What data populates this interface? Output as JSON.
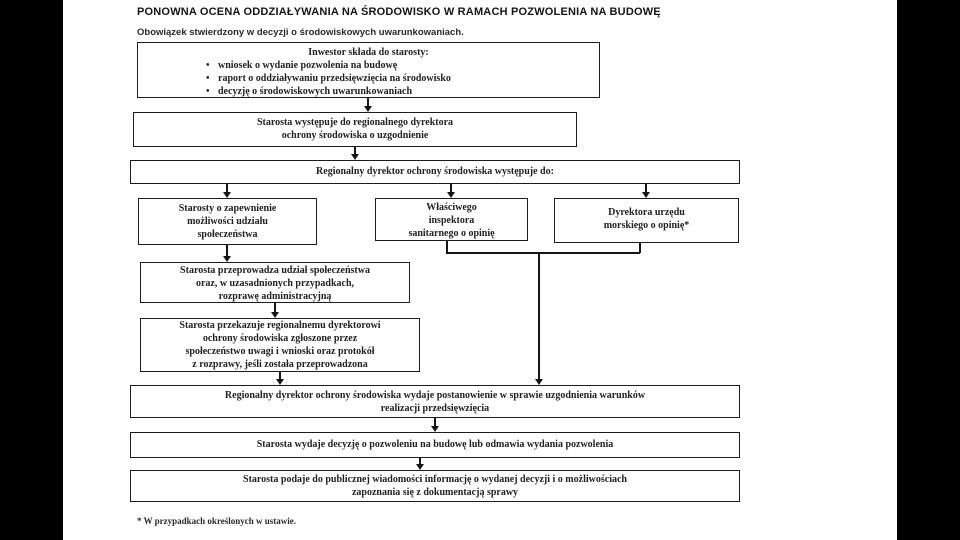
{
  "document": {
    "title": "PONOWNA OCENA ODDZIAŁYWANIA NA ŚRODOWISKO W RAMACH POZWOLENIA NA BUDOWĘ",
    "subtitle": "Obowiązek stwierdzony w decyzji o środowiskowych uwarunkowaniach.",
    "footnote": "* W przypadkach określonych w ustawie."
  },
  "flowchart": {
    "bullet_char": "•",
    "investor": {
      "heading": "Inwestor składa do starosty:",
      "bullets": [
        "wniosek o wydanie pozwolenia na budowę",
        "raport o oddziaływaniu przedsięwzięcia na środowisko",
        "decyzję o środowiskowych uwarunkowaniach"
      ]
    },
    "starosta_uzgodnienie": {
      "lines": [
        "Starosta występuje do regionalnego dyrektora",
        "ochrony środowiska o uzgodnienie"
      ]
    },
    "rdos_wystepuje": {
      "lines": [
        "Regionalny dyrektor ochrony środowiska występuje do:"
      ]
    },
    "starosty_udzial": {
      "lines": [
        "Starosty o zapewnienie",
        "możliwości udziału",
        "społeczeństwa"
      ]
    },
    "inspektor_sanitarny": {
      "lines": [
        "Właściwego",
        "inspektora",
        "sanitarnego o opinię"
      ]
    },
    "urzad_morski": {
      "lines": [
        "Dyrektora urzędu",
        "morskiego o opinię*"
      ]
    },
    "przeprowadza_udzial": {
      "lines": [
        "Starosta przeprowadza udział społeczeństwa",
        "oraz, w uzasadnionych przypadkach,",
        "rozprawę administracyjną"
      ]
    },
    "przekazuje_uwagi": {
      "lines": [
        "Starosta przekazuje regionalnemu dyrektorowi",
        "ochrony środowiska zgłoszone przez",
        "społeczeństwo uwagi i wnioski oraz protokół",
        "z rozprawy, jeśli została przeprowadzona"
      ]
    },
    "postanowienie": {
      "lines": [
        "Regionalny dyrektor ochrony środowiska wydaje postanowienie w sprawie uzgodnienia warunków",
        "realizacji przedsięwzięcia"
      ]
    },
    "decyzja": {
      "lines": [
        "Starosta wydaje decyzję o pozwoleniu na budowę lub odmawia wydania pozwolenia"
      ]
    },
    "publiczna_wiadomosc": {
      "lines": [
        "Starosta podaje do publicznej wiadomości informację o wydanej decyzji i o możliwościach",
        "zapoznania się z dokumentacją sprawy"
      ]
    }
  },
  "colors": {
    "ink": "#1b1b1b",
    "paper": "#ffffff",
    "letterbox": "#000000"
  }
}
